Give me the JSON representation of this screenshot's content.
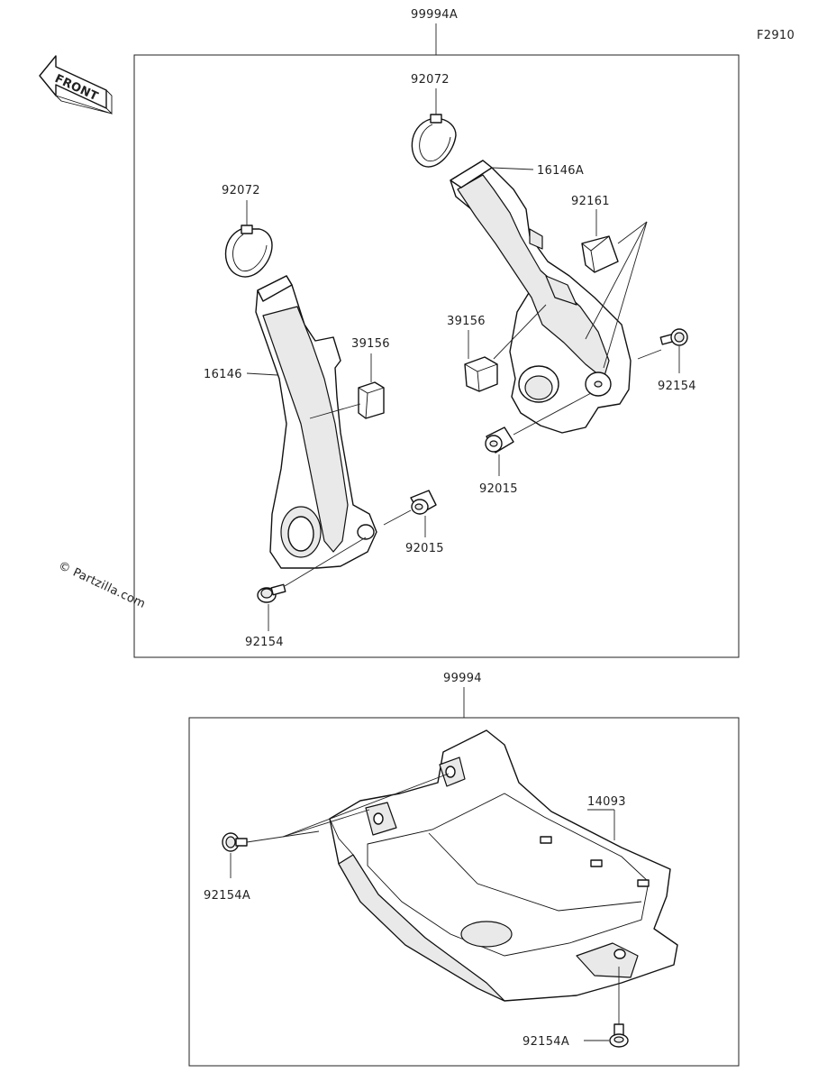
{
  "figure_code": "F2910",
  "front_arrow_text": "FRONT",
  "watermark": "© Partzilla.com",
  "labels": {
    "kit_upper": "99994A",
    "kit_lower": "99994",
    "clamp_left": "92072",
    "clamp_right": "92072",
    "guard_left": "16146",
    "guard_right": "16146A",
    "pad_left": "39156",
    "pad_right": "39156",
    "pad_small": "92161",
    "collar_left": "92015",
    "collar_right": "92015",
    "bolt_left": "92154",
    "bolt_right": "92154",
    "skid_plate": "14093",
    "bolt_skid_left": "92154A",
    "bolt_skid_bottom": "92154A"
  }
}
